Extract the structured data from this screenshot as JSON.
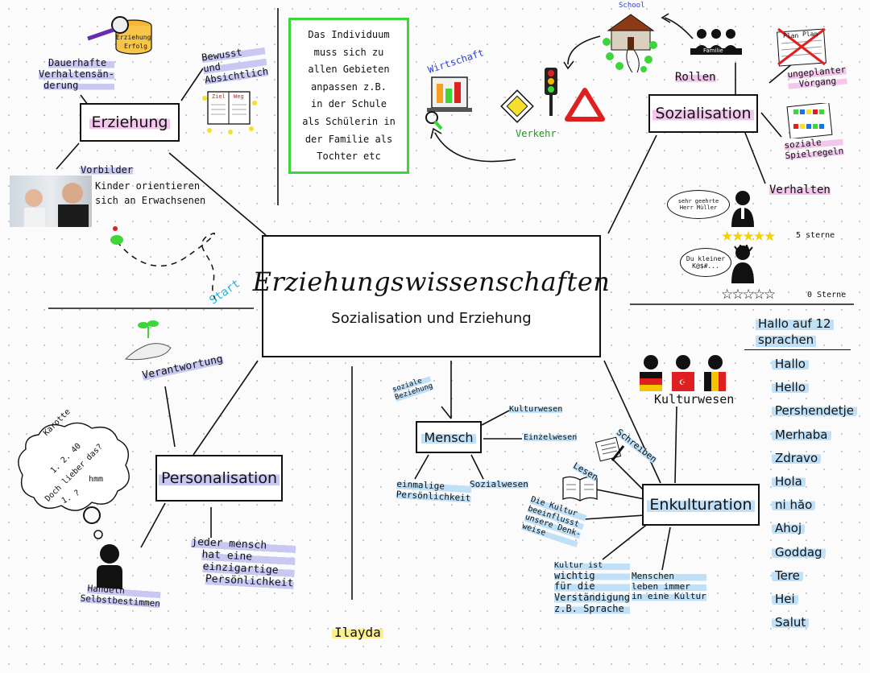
{
  "center": {
    "title": "Erziehungswissenschaften",
    "subtitle": "Sozialisation und Erziehung"
  },
  "erziehung": {
    "label": "Erziehung",
    "notes": [
      "Dauerhafte",
      "Verhaltensän-",
      "derung"
    ],
    "bewusst": [
      "Bewusst",
      "und",
      "Absichtlich"
    ],
    "vorbilder": "Vorbilder",
    "vorbilder_text": [
      "Kinder orientieren",
      "sich an Erwachsenen"
    ],
    "barrel_label": [
      "Erziehung",
      "Erfolg"
    ],
    "board_labels": [
      "Ziel",
      "Weg"
    ],
    "start": "Start"
  },
  "individuum_note": [
    "Das Individuum",
    "muss sich zu",
    "allen Gebieten",
    "anpassen z.B.",
    "in der Schule",
    "als Schülerin in",
    "der Familie als",
    "Tochter etc"
  ],
  "sozialisation": {
    "label": "Sozialisation",
    "wirtschaft": "Wirtschaft",
    "verkehr": "Verkehr",
    "school": "School",
    "familie": "Familie",
    "rollen": "Rollen",
    "plan": "Plan",
    "ungeplanter": [
      "ungeplanter",
      "Vorgang"
    ],
    "soziale_spielregeln": [
      "soziale",
      "Spielregeln"
    ],
    "verhalten": "Verhalten",
    "bubble1": [
      "sehr geehrte",
      "Herr Müller"
    ],
    "bubble2": [
      "Du kleiner",
      "K@$#..."
    ],
    "stars5": "5 sterne",
    "stars0": "0 Sterne"
  },
  "personalisation": {
    "label": "Personalisation",
    "verantwortung": "Verantwortung",
    "thought": [
      "Karotte",
      "1. 2. 40",
      "Doch lieber das?",
      "hmm",
      "1. ?"
    ],
    "handeln": [
      "Handeln",
      "Selbstbestimmen"
    ],
    "jeder": [
      "jeder mensch",
      "hat eine",
      "einzigartige",
      "Persönlichkeit"
    ]
  },
  "mensch": {
    "label": "Mensch",
    "soziale_beziehung": [
      "soziale",
      "Beziehung"
    ],
    "kulturwesen": "Kulturwesen",
    "einzelwesen": "Einzelwesen",
    "sozialwesen": "Sozialwesen",
    "einmalige": [
      "einmalige",
      "Persönlichkeit"
    ]
  },
  "enkulturation": {
    "label": "Enkulturation",
    "kulturwesen": "Kulturwesen",
    "schreiben": "Schreiben",
    "lesen": "Lesen",
    "beeinflusst": [
      "Die Kultur",
      "beeinflusst",
      "unsere Denk-",
      "weise"
    ],
    "wichtig": [
      "Kultur ist",
      "wichtig",
      "für die",
      "Verständigung",
      "z.B. Sprache"
    ],
    "menschen": [
      "Menschen",
      "leben immer",
      "in eine Kultur"
    ]
  },
  "languages": {
    "title": [
      "Hallo auf 12",
      "sprachen"
    ],
    "items": [
      "Hallo",
      "Hello",
      "Pershendetje",
      "Merhaba",
      "Zdravo",
      "Hola",
      "ni hăo",
      "Ahoj",
      "Goddag",
      "Tere",
      "Hei",
      "Salut"
    ]
  },
  "author": "Ilayda",
  "colors": {
    "pink": "#f3c7ec",
    "blue": "#bfe0f7",
    "yellow": "#fbf08a",
    "purple": "#c8c8f2",
    "green": "#3dd63a",
    "red": "#e02020"
  }
}
